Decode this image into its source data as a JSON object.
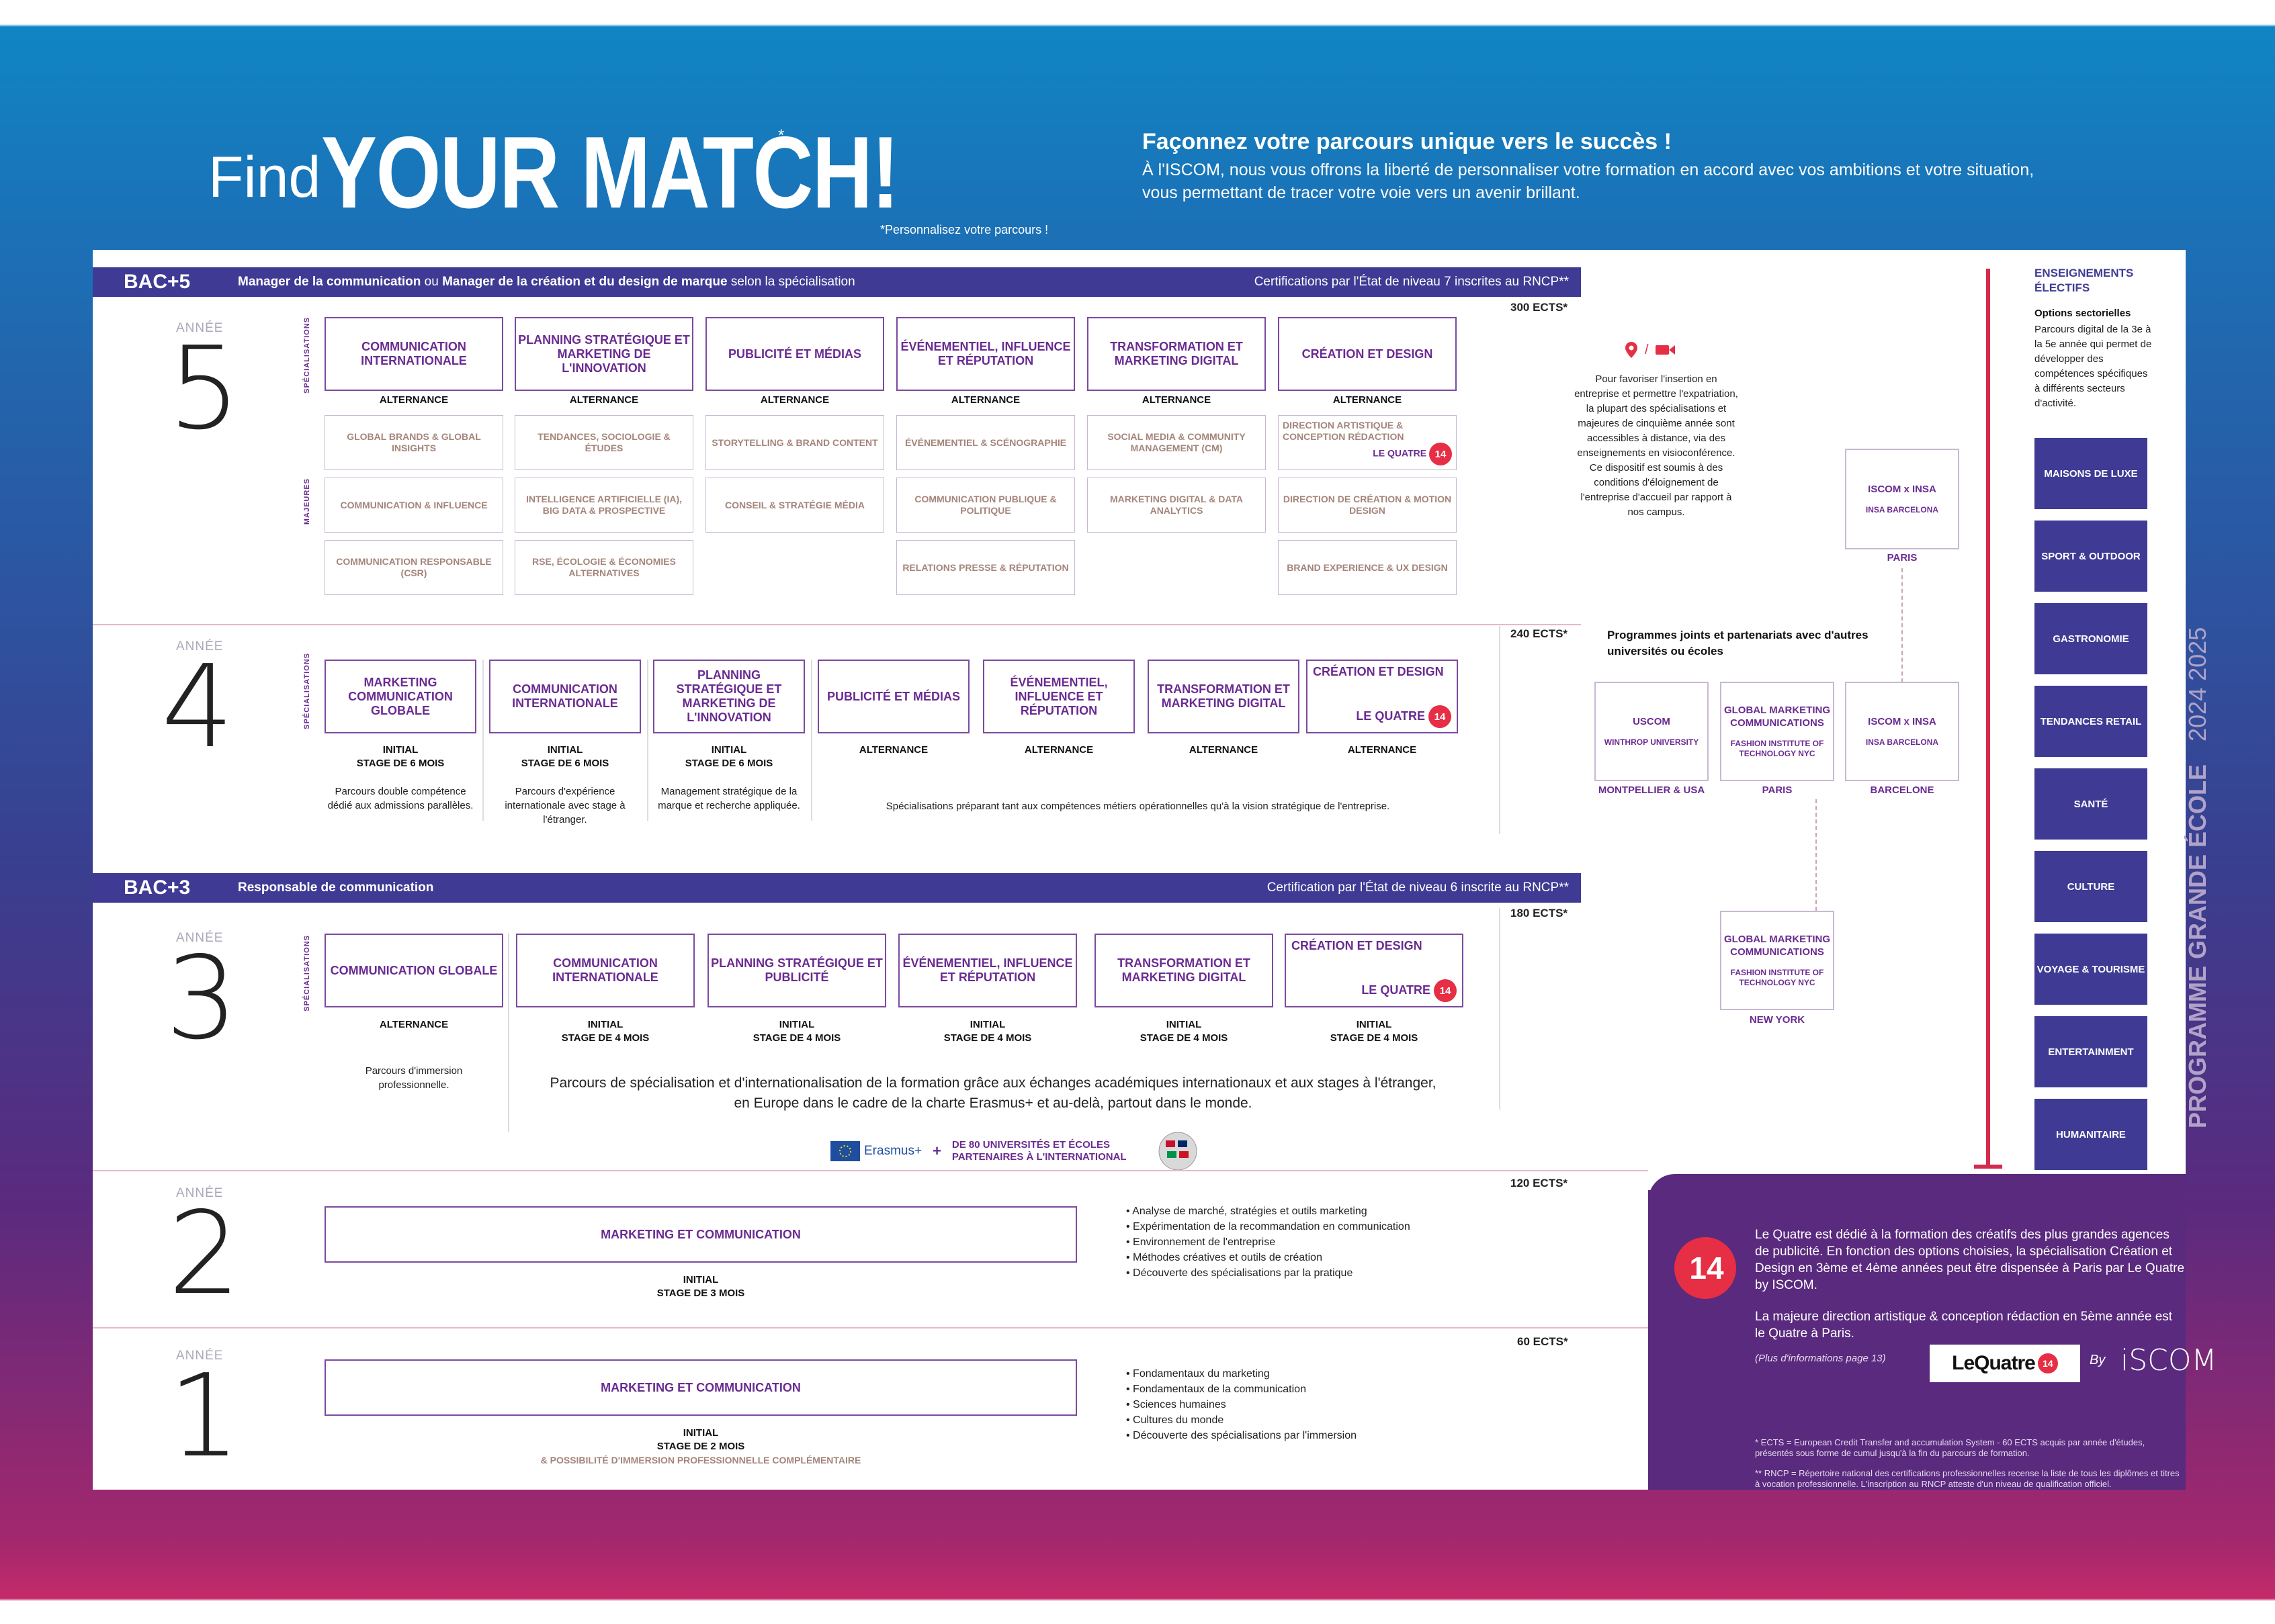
{
  "header": {
    "find": "Find",
    "match": "YOUR MATCH!",
    "star": "*",
    "personnalisez": "*Personnalisez votre parcours !",
    "title": "Façonnez votre parcours unique vers le succès !",
    "text": "À l'ISCOM, nous vous offrons la liberté de personnaliser votre formation en accord avec vos ambitions et votre situation, vous permettant de tracer votre voie vers un avenir brillant."
  },
  "bac5": {
    "label": "BAC+5",
    "desc1": "Manager de la communication",
    "ou": " ou ",
    "desc2": "Manager de la création et du design de marque",
    "desc3": " selon la spécialisation",
    "cert": "Certifications par l'État de niveau 7 inscrites au RNCP**"
  },
  "bac3": {
    "label": "BAC+3",
    "desc": "Responsable de communication",
    "cert": "Certification par l'État de niveau 6 inscrite au RNCP**"
  },
  "common": {
    "annee": "ANNÉE",
    "specialisations": "SPÉCIALISATIONS",
    "majeures": "MAJEURES",
    "alternance": "ALTERNANCE",
    "le_quatre": "LE QUATRE",
    "q14": "14"
  },
  "y5": {
    "num": "5",
    "ects": "300 ECTS*",
    "specs": [
      "COMMUNICATION INTERNATIONALE",
      "PLANNING STRATÉGIQUE ET MARKETING DE L'INNOVATION",
      "PUBLICITÉ ET MÉDIAS",
      "ÉVÉNEMENTIEL, INFLUENCE ET RÉPUTATION",
      "TRANSFORMATION ET MARKETING DIGITAL",
      "CRÉATION ET DESIGN"
    ],
    "majeures": [
      [
        "GLOBAL BRANDS & GLOBAL INSIGHTS",
        "COMMUNICATION & INFLUENCE",
        "COMMUNICATION RESPONSABLE (CSR)"
      ],
      [
        "TENDANCES, SOCIOLOGIE & ÉTUDES",
        "INTELLIGENCE ARTIFICIELLE (IA), BIG DATA & PROSPECTIVE",
        "RSE, ÉCOLOGIE & ÉCONOMIES ALTERNATIVES"
      ],
      [
        "STORYTELLING & BRAND CONTENT",
        "CONSEIL & STRATÉGIE MÉDIA"
      ],
      [
        "ÉVÉNEMENTIEL & SCÉNOGRAPHIE",
        "COMMUNICATION PUBLIQUE & POLITIQUE",
        "RELATIONS PRESSE & RÉPUTATION"
      ],
      [
        "SOCIAL MEDIA & COMMUNITY MANAGEMENT (CM)",
        "MARKETING DIGITAL & DATA ANALYTICS"
      ],
      [
        "DIRECTION ARTISTIQUE & CONCEPTION RÉDACTION",
        "DIRECTION DE CRÉATION & MOTION DESIGN",
        "BRAND EXPERIENCE & UX DESIGN"
      ]
    ]
  },
  "y4": {
    "num": "4",
    "ects": "240 ECTS*",
    "specs": [
      "MARKETING COMMUNICATION GLOBALE",
      "COMMUNICATION INTERNATIONALE",
      "PLANNING STRATÉGIQUE ET MARKETING DE L'INNOVATION",
      "PUBLICITÉ ET MÉDIAS",
      "ÉVÉNEMENTIEL, INFLUENCE ET RÉPUTATION",
      "TRANSFORMATION ET MARKETING DIGITAL",
      "CRÉATION ET DESIGN"
    ],
    "initial": "INITIAL",
    "stage6": "STAGE DE 6 MOIS",
    "notes": [
      "Parcours double compétence dédié aux admissions parallèles.",
      "Parcours d'expérience internationale avec stage à l'étranger.",
      "Management stratégique de la marque et recherche appliquée."
    ],
    "spec_note": "Spécialisations préparant tant aux compétences métiers opérationnelles qu'à la vision stratégique de l'entreprise."
  },
  "y3": {
    "num": "3",
    "ects": "180 ECTS*",
    "specs": [
      "COMMUNICATION GLOBALE",
      "COMMUNICATION INTERNATIONALE",
      "PLANNING STRATÉGIQUE ET PUBLICITÉ",
      "ÉVÉNEMENTIEL, INFLUENCE ET RÉPUTATION",
      "TRANSFORMATION ET MARKETING DIGITAL",
      "CRÉATION ET DESIGN"
    ],
    "stage4": "STAGE DE 4 MOIS",
    "note1": "Parcours d'immersion professionnelle.",
    "note2": "Parcours de spécialisation et d'internationalisation de la formation grâce aux échanges académiques internationaux et aux stages à l'étranger, en Europe dans le cadre de la charte Erasmus+ et au-delà, partout dans le monde.",
    "erasmus": "Erasmus+",
    "partners": "DE 80 UNIVERSITÉS ET ÉCOLES PARTENAIRES À L'INTERNATIONAL"
  },
  "y2": {
    "num": "2",
    "ects": "120 ECTS*",
    "box": "MARKETING ET COMMUNICATION",
    "stage": "STAGE DE 3 MOIS",
    "bullets": [
      "Analyse de marché, stratégies et outils marketing",
      "Expérimentation de la recommandation en communication",
      "Environnement de l'entreprise",
      "Méthodes créatives et outils de création",
      "Découverte des spécialisations par la pratique"
    ]
  },
  "y1": {
    "num": "1",
    "ects": "60 ECTS*",
    "box": "MARKETING ET COMMUNICATION",
    "stage": "STAGE DE 2 MOIS",
    "immersion": "& POSSIBILITÉ D'IMMERSION PROFESSIONNELLE COMPLÉMENTAIRE",
    "bullets": [
      "Fondamentaux du marketing",
      "Fondamentaux de la communication",
      "Sciences humaines",
      "Cultures du monde",
      "Découverte des spécialisations par l'immersion"
    ]
  },
  "right": {
    "distance_icons": "/",
    "distance": "Pour favoriser l'insertion en entreprise et permettre l'expatriation, la plupart des spécialisations et majeures de cinquième année sont accessibles à distance, via des enseignements en visioconférence. Ce dispositif est soumis à des conditions d'éloignement de l'entreprise d'accueil par rapport à nos campus.",
    "joint_title": "Programmes joints et partenariats avec d'autres universités ou écoles",
    "insa5": {
      "title": "ISCOM x INSA",
      "sub": "INSA BARCELONA",
      "city": "PARIS"
    },
    "uscom": {
      "title": "USCOM",
      "sub": "WINTHROP UNIVERSITY",
      "city": "MONTPELLIER & USA"
    },
    "gmc_paris": {
      "title": "GLOBAL MARKETING COMMUNICATIONS",
      "sub": "FASHION INSTITUTE OF TECHNOLOGY NYC",
      "city": "PARIS"
    },
    "insa4": {
      "title": "ISCOM x INSA",
      "sub": "INSA BARCELONA",
      "city": "BARCELONE"
    },
    "gmc_ny": {
      "title": "GLOBAL MARKETING COMMUNICATIONS",
      "sub": "FASHION INSTITUTE OF TECHNOLOGY NYC",
      "city": "NEW YORK"
    }
  },
  "electives": {
    "title": "ENSEIGNEMENTS ÉLECTIFS",
    "subtitle": "Options sectorielles",
    "text": "Parcours digital de la 3e à la 5e année qui permet de développer des compétences spécifiques à différents secteurs d'activité.",
    "items": [
      "MAISONS DE LUXE",
      "SPORT & OUTDOOR",
      "GASTRONOMIE",
      "TENDANCES RETAIL",
      "SANTÉ",
      "CULTURE",
      "VOYAGE & TOURISME",
      "ENTERTAINMENT",
      "HUMANITAIRE"
    ],
    "vertical": "PROGRAMME GRANDE ÉCOLE",
    "year": "2024 2025"
  },
  "quatre": {
    "p1": "Le Quatre est dédié à la formation des créatifs des plus grandes agences de publicité. En fonction des options choisies, la spécialisation Création et Design en 3ème et 4ème années peut être dispensée à Paris par Le Quatre by ISCOM.",
    "p2": "La majeure direction artistique & conception rédaction en 5ème année est le Quatre à Paris.",
    "more": "(Plus d'informations page 13)",
    "logo": "LeQuatre",
    "by": "By",
    "iscom": "iSCOM",
    "ects_note": "* ECTS = European Credit Transfer and accumulation System - 60 ECTS acquis par année d'études, présentés sous forme de cumul jusqu'à la fin du parcours de formation.",
    "rncp_note": "** RNCP = Répertoire national des certifications professionnelles recense la liste de tous les diplômes et titres à vocation professionnelle. L'inscription au RNCP atteste d'un niveau de qualification officiel."
  },
  "colors": {
    "purple": "#6a2b91",
    "navy": "#3f3b94",
    "red": "#e62e44"
  }
}
